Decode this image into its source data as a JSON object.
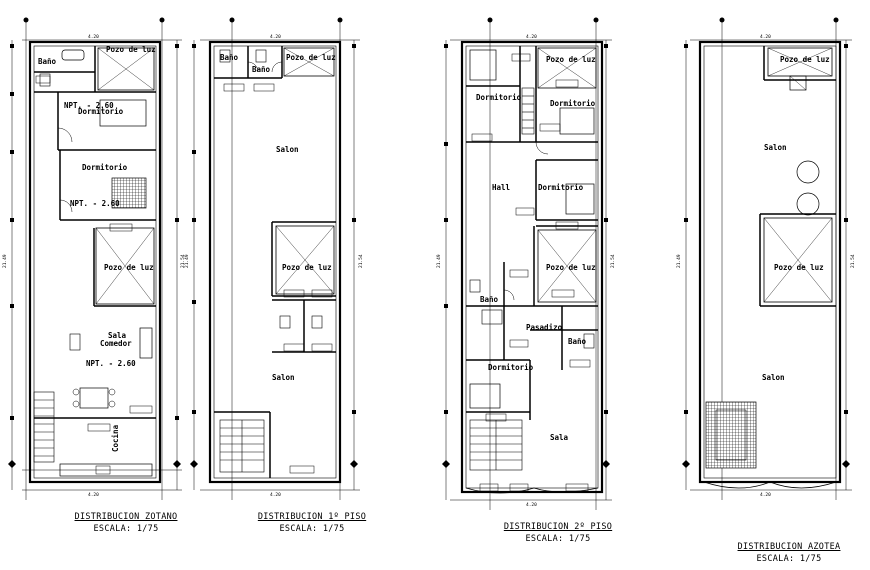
{
  "plans": [
    {
      "id": "zotano",
      "title": "DISTRIBUCION ZOTANO",
      "scale": "ESCALA: 1/75",
      "dims": {
        "top": "4.20",
        "bottom": "4.20",
        "left": "21.49",
        "right": "21.54"
      },
      "rooms": [
        {
          "key": "pozo1",
          "label": "Pozo de luz"
        },
        {
          "key": "bano",
          "label": "Baño"
        },
        {
          "key": "npt1",
          "label": "NPT. - 2.60"
        },
        {
          "key": "dorm1",
          "label": "Dormitorio"
        },
        {
          "key": "dorm2",
          "label": "Dormitorio"
        },
        {
          "key": "npt2",
          "label": "NPT. - 2.60"
        },
        {
          "key": "pozo2",
          "label": "Pozo de luz"
        },
        {
          "key": "sala",
          "label": "Sala"
        },
        {
          "key": "comedor",
          "label": "Comedor"
        },
        {
          "key": "npt3",
          "label": "NPT. - 2.60"
        },
        {
          "key": "cocina",
          "label": "Cocina"
        }
      ]
    },
    {
      "id": "piso1",
      "title": "DISTRIBUCION 1º PISO",
      "scale": "ESCALA: 1/75",
      "dims": {
        "top": "4.20",
        "bottom": "4.20",
        "left": "21.49",
        "right": "21.54"
      },
      "rooms": [
        {
          "key": "bano",
          "label": "Baño"
        },
        {
          "key": "bano2",
          "label": "Baño"
        },
        {
          "key": "pozo1",
          "label": "Pozo de luz"
        },
        {
          "key": "salon1",
          "label": "Salon"
        },
        {
          "key": "pozo2",
          "label": "Pozo de luz"
        },
        {
          "key": "salon2",
          "label": "Salon"
        }
      ]
    },
    {
      "id": "piso2",
      "title": "DISTRIBUCION 2º PISO",
      "scale": "ESCALA: 1/75",
      "dims": {
        "top": "4.20",
        "bottom": "4.20",
        "left": "21.49",
        "right": "21.54"
      },
      "rooms": [
        {
          "key": "pozo1",
          "label": "Pozo de luz"
        },
        {
          "key": "dorm1",
          "label": "Dormitorio"
        },
        {
          "key": "dorm2",
          "label": "Dormitorio"
        },
        {
          "key": "hall",
          "label": "Hall"
        },
        {
          "key": "dorm3",
          "label": "Dormitorio"
        },
        {
          "key": "pozo2",
          "label": "Pozo de luz"
        },
        {
          "key": "bano1",
          "label": "Baño"
        },
        {
          "key": "pasadizo",
          "label": "Pasadizo"
        },
        {
          "key": "bano2",
          "label": "Baño"
        },
        {
          "key": "dorm4",
          "label": "Dormitorio"
        },
        {
          "key": "sala",
          "label": "Sala"
        }
      ]
    },
    {
      "id": "azotea",
      "title": "DISTRIBUCION AZOTEA",
      "scale": "ESCALA: 1/75",
      "dims": {
        "top": "4.20",
        "bottom": "4.20",
        "left": "21.49",
        "right": "21.54"
      },
      "rooms": [
        {
          "key": "pozo1",
          "label": "Pozo de luz"
        },
        {
          "key": "salon1",
          "label": "Salon"
        },
        {
          "key": "pozo2",
          "label": "Pozo de luz"
        },
        {
          "key": "salon2",
          "label": "Salon"
        }
      ]
    }
  ]
}
